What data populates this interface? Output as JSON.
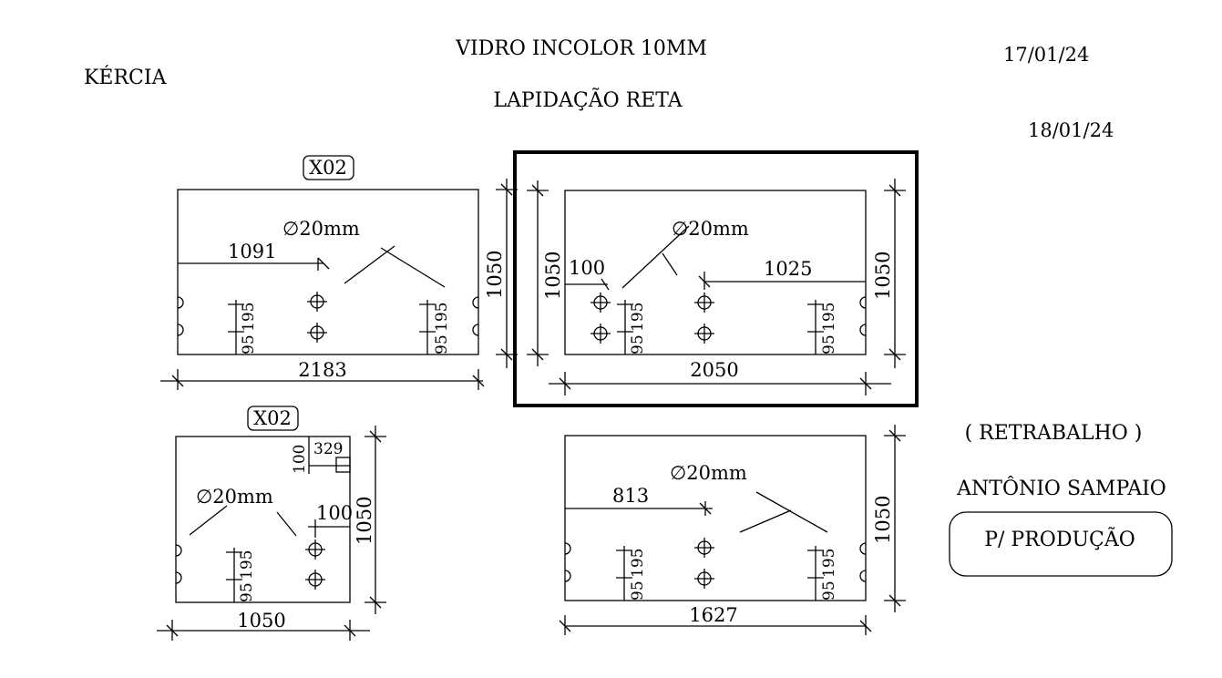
{
  "header": {
    "title": "VIDRO INCOLOR 10MM",
    "subtitle": "LAPIDAÇÃO RETA",
    "client": "KÉRCIA",
    "date1": "17/01/24",
    "date2": "18/01/24"
  },
  "notes": {
    "rework": "( RETRABALHO )",
    "person": "ANTÔNIO SAMPAIO",
    "stamp": "P/ PRODUÇÃO"
  },
  "pieces": [
    {
      "qty": "X02",
      "hole": "∅20mm",
      "width": "2183",
      "height": "1050",
      "offset": "1091",
      "spacing_a": "95",
      "spacing_b": "195"
    },
    {
      "hole": "∅20mm",
      "width": "2050",
      "height_left": "1050",
      "height_right": "1050",
      "edge": "100",
      "offset": "1025",
      "spacing_a": "95",
      "spacing_b": "195"
    },
    {
      "qty": "X02",
      "hole": "∅20mm",
      "width": "1050",
      "height": "1050",
      "notch_h": "100",
      "notch_w": "329",
      "edge": "100",
      "spacing_a": "95",
      "spacing_b": "195"
    },
    {
      "hole": "∅20mm",
      "width": "1627",
      "height": "1050",
      "offset": "813",
      "spacing_a": "95",
      "spacing_b": "195"
    }
  ]
}
